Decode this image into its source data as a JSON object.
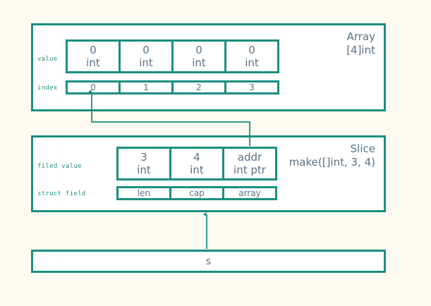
{
  "diagram": {
    "title_hidden": "Go slice and array memory layout",
    "background_color": "#fdfaf1",
    "accent_color": "#1a8f80",
    "text_color": "#5a7184",
    "label_color": "#2a8f85"
  },
  "array_section": {
    "title_line1": "Array",
    "title_line2": "[4]int",
    "value_row_label": "value",
    "index_row_label": "index",
    "value_cells": [
      {
        "value": "0",
        "type": "int"
      },
      {
        "value": "0",
        "type": "int"
      },
      {
        "value": "0",
        "type": "int"
      },
      {
        "value": "0",
        "type": "int"
      }
    ],
    "index_cells": [
      "0",
      "1",
      "2",
      "3"
    ]
  },
  "slice_section": {
    "title_line1": "Slice",
    "title_line2": "make([]int, 3, 4)",
    "value_row_label": "filed value",
    "field_row_label": "struct field",
    "value_cells": [
      {
        "value": "3",
        "type": "int"
      },
      {
        "value": "4",
        "type": "int"
      },
      {
        "value": "addr",
        "type": "int ptr"
      }
    ],
    "field_cells": [
      "len",
      "cap",
      "array"
    ]
  },
  "variable_section": {
    "label": "s"
  },
  "connectors": [
    {
      "name": "array-pointer-arrow",
      "from": "slice array field cell",
      "to": "array index 0 cell"
    },
    {
      "name": "variable-to-slice-arrow",
      "from": "variable s box",
      "to": "slice struct box"
    }
  ]
}
